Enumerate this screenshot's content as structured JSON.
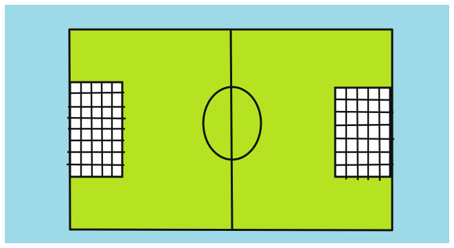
{
  "scene": {
    "subject": "soccer-field-drawing",
    "colors": {
      "page_border": "#ffffff",
      "sky_background": "#9ed9e8",
      "pitch_grass": "#b5e322",
      "line": "#111111",
      "goal_net": "#ffffff"
    },
    "icons": [
      "center-line",
      "center-circle",
      "left-goal-net-icon",
      "right-goal-net-icon"
    ]
  }
}
